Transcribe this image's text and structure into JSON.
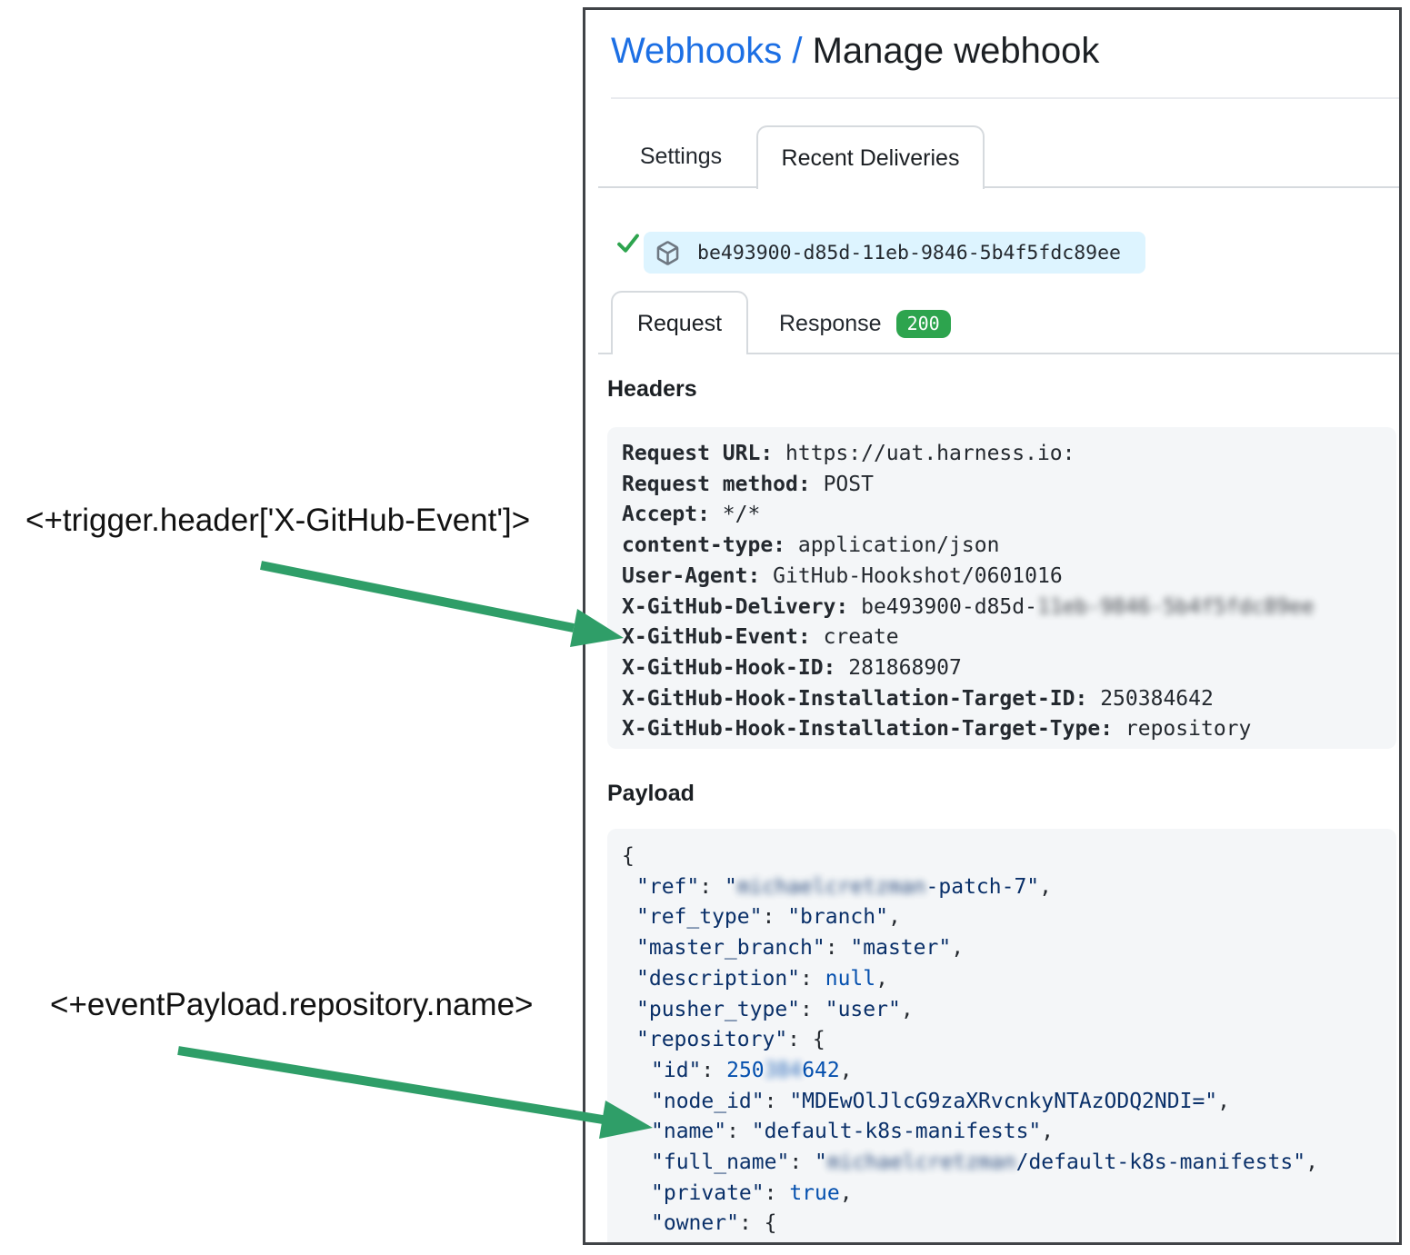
{
  "colors": {
    "accent-blue": "#1c6fe4",
    "text-dark": "#24292f",
    "border-gray": "#d6dade",
    "codebox-bg": "#f4f6f8",
    "json-navy": "#0a3069",
    "json-blue": "#0550ae",
    "badge-green": "#2da44e",
    "check-green": "#2da44e",
    "arrow-green": "#2f9e68",
    "pill-bg": "#ddf4ff",
    "icon-gray": "#6e7781",
    "panel-border": "#404347"
  },
  "header": {
    "title_link": "Webhooks",
    "title_sep": " / ",
    "title_rest": "Manage webhook"
  },
  "tabs": {
    "settings": "Settings",
    "recent_deliveries": "Recent Deliveries"
  },
  "delivery": {
    "status_icon": "check-icon",
    "package_icon": "package-icon",
    "guid": "be493900-d85d-11eb-9846-5b4f5fdc89ee"
  },
  "subtabs": {
    "request": "Request",
    "response": "Response",
    "response_status": "200"
  },
  "headers_section": {
    "heading": "Headers",
    "rows": [
      {
        "indent": 0,
        "tokens": [
          [
            "hkey",
            "Request URL:"
          ],
          [
            "hval",
            " https://uat.harness.io:"
          ]
        ]
      },
      {
        "indent": 0,
        "tokens": [
          [
            "hkey",
            "Request method:"
          ],
          [
            "hval",
            " POST"
          ]
        ]
      },
      {
        "indent": 0,
        "tokens": [
          [
            "hkey",
            "Accept:"
          ],
          [
            "hval",
            " */*"
          ]
        ]
      },
      {
        "indent": 0,
        "tokens": [
          [
            "hkey",
            "content-type:"
          ],
          [
            "hval",
            " application/json"
          ]
        ]
      },
      {
        "indent": 0,
        "tokens": [
          [
            "hkey",
            "User-Agent:"
          ],
          [
            "hval",
            " GitHub-Hookshot/0601016"
          ]
        ]
      },
      {
        "indent": 0,
        "tokens": [
          [
            "hkey",
            "X-GitHub-Delivery:"
          ],
          [
            "hval",
            " be493900-d85d-"
          ],
          [
            "blur-hval",
            "11eb-9846-5b4f5fdc89ee"
          ]
        ]
      },
      {
        "indent": 0,
        "tokens": [
          [
            "hkey",
            "X-GitHub-Event:"
          ],
          [
            "hval",
            " create"
          ]
        ]
      },
      {
        "indent": 0,
        "tokens": [
          [
            "hkey",
            "X-GitHub-Hook-ID:"
          ],
          [
            "hval",
            " 281868907"
          ]
        ]
      },
      {
        "indent": 0,
        "tokens": [
          [
            "hkey",
            "X-GitHub-Hook-Installation-Target-ID:"
          ],
          [
            "hval",
            " 250384642"
          ]
        ]
      },
      {
        "indent": 0,
        "tokens": [
          [
            "hkey",
            "X-GitHub-Hook-Installation-Target-Type:"
          ],
          [
            "hval",
            " repository"
          ]
        ]
      }
    ]
  },
  "payload_section": {
    "heading": "Payload",
    "lines": [
      {
        "indent": 0,
        "tokens": [
          [
            "punct",
            "{"
          ]
        ]
      },
      {
        "indent": 1,
        "tokens": [
          [
            "key",
            "\"ref\""
          ],
          [
            "punct",
            ": "
          ],
          [
            "str",
            "\""
          ],
          [
            "blur-str",
            "michaelcretzman"
          ],
          [
            "str",
            "-patch-7\""
          ],
          [
            "punct",
            ","
          ]
        ]
      },
      {
        "indent": 1,
        "tokens": [
          [
            "key",
            "\"ref_type\""
          ],
          [
            "punct",
            ": "
          ],
          [
            "str",
            "\"branch\""
          ],
          [
            "punct",
            ","
          ]
        ]
      },
      {
        "indent": 1,
        "tokens": [
          [
            "key",
            "\"master_branch\""
          ],
          [
            "punct",
            ": "
          ],
          [
            "str",
            "\"master\""
          ],
          [
            "punct",
            ","
          ]
        ]
      },
      {
        "indent": 1,
        "tokens": [
          [
            "key",
            "\"description\""
          ],
          [
            "punct",
            ": "
          ],
          [
            "kw",
            "null"
          ],
          [
            "punct",
            ","
          ]
        ]
      },
      {
        "indent": 1,
        "tokens": [
          [
            "key",
            "\"pusher_type\""
          ],
          [
            "punct",
            ": "
          ],
          [
            "str",
            "\"user\""
          ],
          [
            "punct",
            ","
          ]
        ]
      },
      {
        "indent": 1,
        "tokens": [
          [
            "key",
            "\"repository\""
          ],
          [
            "punct",
            ": "
          ],
          [
            "punct",
            "{"
          ]
        ]
      },
      {
        "indent": 2,
        "tokens": [
          [
            "key",
            "\"id\""
          ],
          [
            "punct",
            ": "
          ],
          [
            "kw",
            "250"
          ],
          [
            "blur-kw",
            "384"
          ],
          [
            "kw",
            "642"
          ],
          [
            "punct",
            ","
          ]
        ]
      },
      {
        "indent": 2,
        "tokens": [
          [
            "key",
            "\"node_id\""
          ],
          [
            "punct",
            ": "
          ],
          [
            "str",
            "\"MDEwOlJlcG9zaXRvcnkyNTAzODQ2NDI=\""
          ],
          [
            "punct",
            ","
          ]
        ]
      },
      {
        "indent": 2,
        "tokens": [
          [
            "key",
            "\"name\""
          ],
          [
            "punct",
            ": "
          ],
          [
            "str",
            "\"default-k8s-manifests\""
          ],
          [
            "punct",
            ","
          ]
        ]
      },
      {
        "indent": 2,
        "tokens": [
          [
            "key",
            "\"full_name\""
          ],
          [
            "punct",
            ": "
          ],
          [
            "str",
            "\""
          ],
          [
            "blur-str",
            "michaelcretzman"
          ],
          [
            "str",
            "/default-k8s-manifests\""
          ],
          [
            "punct",
            ","
          ]
        ]
      },
      {
        "indent": 2,
        "tokens": [
          [
            "key",
            "\"private\""
          ],
          [
            "punct",
            ": "
          ],
          [
            "kw",
            "true"
          ],
          [
            "punct",
            ","
          ]
        ]
      },
      {
        "indent": 2,
        "tokens": [
          [
            "key",
            "\"owner\""
          ],
          [
            "punct",
            ": "
          ],
          [
            "punct",
            "{"
          ]
        ]
      }
    ]
  },
  "annotations": {
    "trigger_header_expression": "<+trigger.header['X-GitHub-Event']>",
    "event_payload_expression": "<+eventPayload.repository.name>"
  }
}
